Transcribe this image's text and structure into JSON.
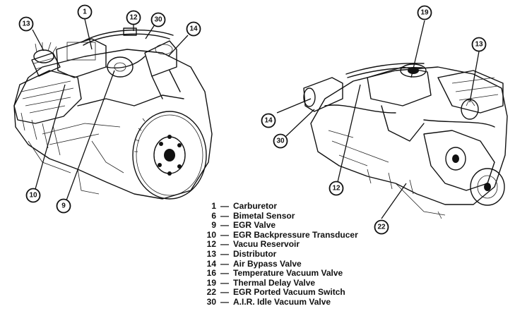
{
  "diagram": {
    "callouts": {
      "c1": "1",
      "c12a": "12",
      "c30a": "30",
      "c14a": "14",
      "c13a": "13",
      "c10": "10",
      "c9": "9",
      "c19": "19",
      "c13b": "13",
      "c14b": "14",
      "c30b": "30",
      "c12b": "12",
      "c22": "22"
    },
    "legend": [
      {
        "num": "1",
        "label": "Carburetor"
      },
      {
        "num": "6",
        "label": "Bimetal Sensor"
      },
      {
        "num": "9",
        "label": "EGR Valve"
      },
      {
        "num": "10",
        "label": "EGR Backpressure Transducer"
      },
      {
        "num": "12",
        "label": "Vacuu Reservoir"
      },
      {
        "num": "13",
        "label": "Distributor"
      },
      {
        "num": "14",
        "label": "Air Bypass Valve"
      },
      {
        "num": "16",
        "label": "Temperature Vacuum Valve"
      },
      {
        "num": "19",
        "label": "Thermal Delay Valve"
      },
      {
        "num": "22",
        "label": "EGR Ported Vacuum Switch"
      },
      {
        "num": "30",
        "label": "A.I.R. Idle Vacuum Valve"
      }
    ],
    "dash": "—"
  }
}
